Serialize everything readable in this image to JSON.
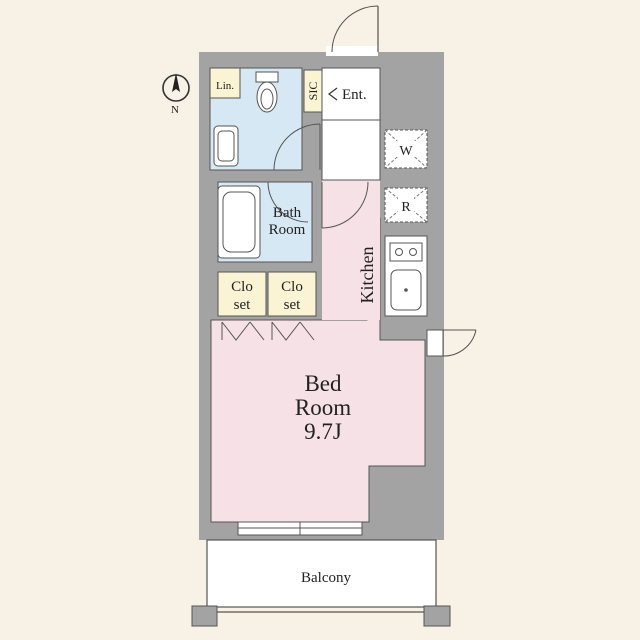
{
  "compass": {
    "north_label": "N"
  },
  "rooms": {
    "linen": "Lin.",
    "sic": "SIC",
    "entrance": "Ent.",
    "washer": "W",
    "fridge": "R",
    "bath_line1": "Bath",
    "bath_line2": "Room",
    "kitchen": "Kitchen",
    "closet1_line1": "Clo",
    "closet1_line2": "set",
    "closet2_line1": "Clo",
    "closet2_line2": "set",
    "bedroom_line1": "Bed",
    "bedroom_line2": "Room",
    "bedroom_size": "9.7J",
    "balcony": "Balcony"
  },
  "colors": {
    "background": "#f7f1e6",
    "wall": "#a3a3a3",
    "bedroom_floor": "#f6e1e6",
    "wet_area_floor": "#d6e8f4",
    "entrance_floor": "#ffffff",
    "closet_floor": "#fbf4d4",
    "balcony_floor": "#ffffff",
    "line": "#555555"
  }
}
